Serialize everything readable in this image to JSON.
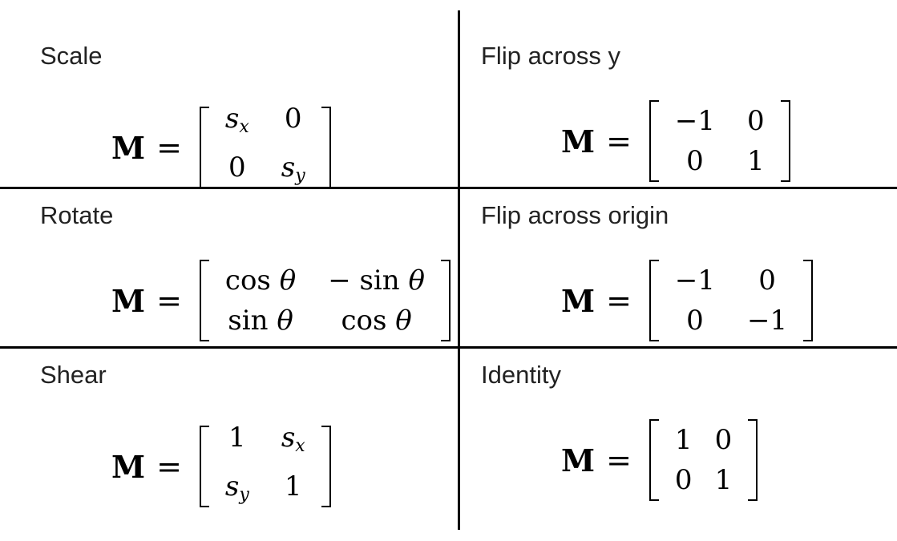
{
  "cells": [
    {
      "title": "Scale",
      "lhs": "M",
      "rhs": "=",
      "matrix": [
        [
          "s_x",
          "0"
        ],
        [
          "0",
          "s_y"
        ]
      ]
    },
    {
      "title": "Flip across y",
      "lhs": "M",
      "rhs": "=",
      "matrix": [
        [
          "−1",
          "0"
        ],
        [
          "0",
          "1"
        ]
      ]
    },
    {
      "title": "Rotate",
      "lhs": "M",
      "rhs": "=",
      "matrix": [
        [
          "cos θ",
          "− sin θ"
        ],
        [
          "sin θ",
          "cos θ"
        ]
      ]
    },
    {
      "title": "Flip across origin",
      "lhs": "M",
      "rhs": "=",
      "matrix": [
        [
          "−1",
          "0"
        ],
        [
          "0",
          "−1"
        ]
      ]
    },
    {
      "title": "Shear",
      "lhs": "M",
      "rhs": "=",
      "matrix": [
        [
          "1",
          "s_x"
        ],
        [
          "s_y",
          "1"
        ]
      ]
    },
    {
      "title": "Identity",
      "lhs": "M",
      "rhs": "=",
      "matrix": [
        [
          "1",
          "0"
        ],
        [
          "0",
          "1"
        ]
      ]
    }
  ]
}
